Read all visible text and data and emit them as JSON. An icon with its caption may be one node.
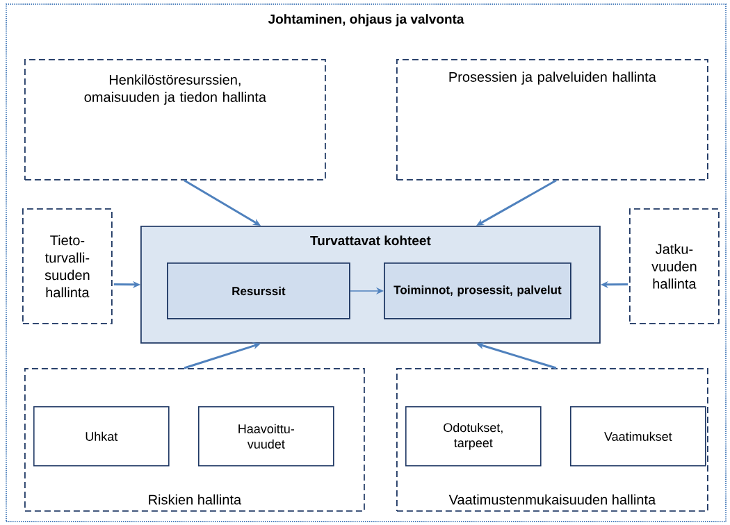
{
  "diagram": {
    "nodes": [
      {
        "text": [
          "Johtaminen, ohjaus ja valvonta"
        ]
      },
      {
        "text": [
          "Henkilöstöresurssien, omaisuuden ja tiedon hallinta"
        ],
        "in": 0
      },
      {
        "text": [
          "Prosessien ja palveluiden hallinta"
        ],
        "in": 0
      },
      {
        "text": [
          "Tieto- turvalli- suuden hallinta"
        ],
        "in": 0
      },
      {
        "text": [
          "Turvattavat kohteet"
        ],
        "in": 0
      },
      {
        "text": [
          "Resurssit"
        ],
        "in": 4
      },
      {
        "text": [
          "Toiminnot, prosessit, palvelut"
        ],
        "in": 4
      },
      {
        "text": [
          "Jatku- vuuden hallinta"
        ],
        "in": 0
      },
      {
        "text": [
          "Riskien hallinta"
        ],
        "in": 0
      },
      {
        "text": [
          "Uhkat"
        ],
        "in": 8
      },
      {
        "text": [
          "Haavoittu- vuudet"
        ],
        "in": 8
      },
      {
        "text": [
          "Vaatimustenmukaisuuden hallinta"
        ],
        "in": 0
      },
      {
        "text": [
          "Odotukset, tarpeet"
        ],
        "in": 11
      },
      {
        "text": [
          "Vaatimukset"
        ],
        "in": 11
      }
    ],
    "edges": [
      {
        "from": 1,
        "to": 4,
        "arrow": "to"
      },
      {
        "from": 2,
        "to": 4,
        "arrow": "to"
      },
      {
        "from": 3,
        "to": 4,
        "arrow": "to"
      },
      {
        "from": 7,
        "to": 4,
        "arrow": "to"
      },
      {
        "from": 8,
        "to": 4,
        "arrow": "to"
      },
      {
        "from": 11,
        "to": 4,
        "arrow": "to"
      },
      {
        "from": 5,
        "to": 6,
        "arrow": "to"
      }
    ]
  }
}
